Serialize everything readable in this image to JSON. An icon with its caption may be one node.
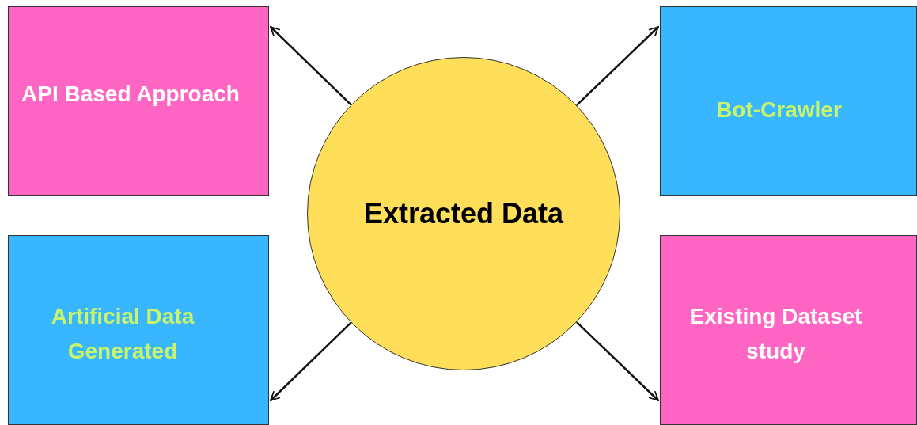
{
  "diagram": {
    "nodes": [
      {
        "text": [
          "API Based Approach"
        ]
      },
      {
        "text": [
          "Bot-Crawler"
        ]
      },
      {
        "text": [
          "Extracted Data"
        ]
      },
      {
        "text": [
          "Artificial Data Generated"
        ]
      },
      {
        "text": [
          "Existing Dataset study"
        ]
      }
    ],
    "edges": [
      {
        "from": 2,
        "to": 0,
        "arrow": "to"
      },
      {
        "from": 2,
        "to": 1,
        "arrow": "to"
      },
      {
        "from": 2,
        "to": 3,
        "arrow": "to"
      },
      {
        "from": 2,
        "to": 4,
        "arrow": "to"
      }
    ]
  }
}
